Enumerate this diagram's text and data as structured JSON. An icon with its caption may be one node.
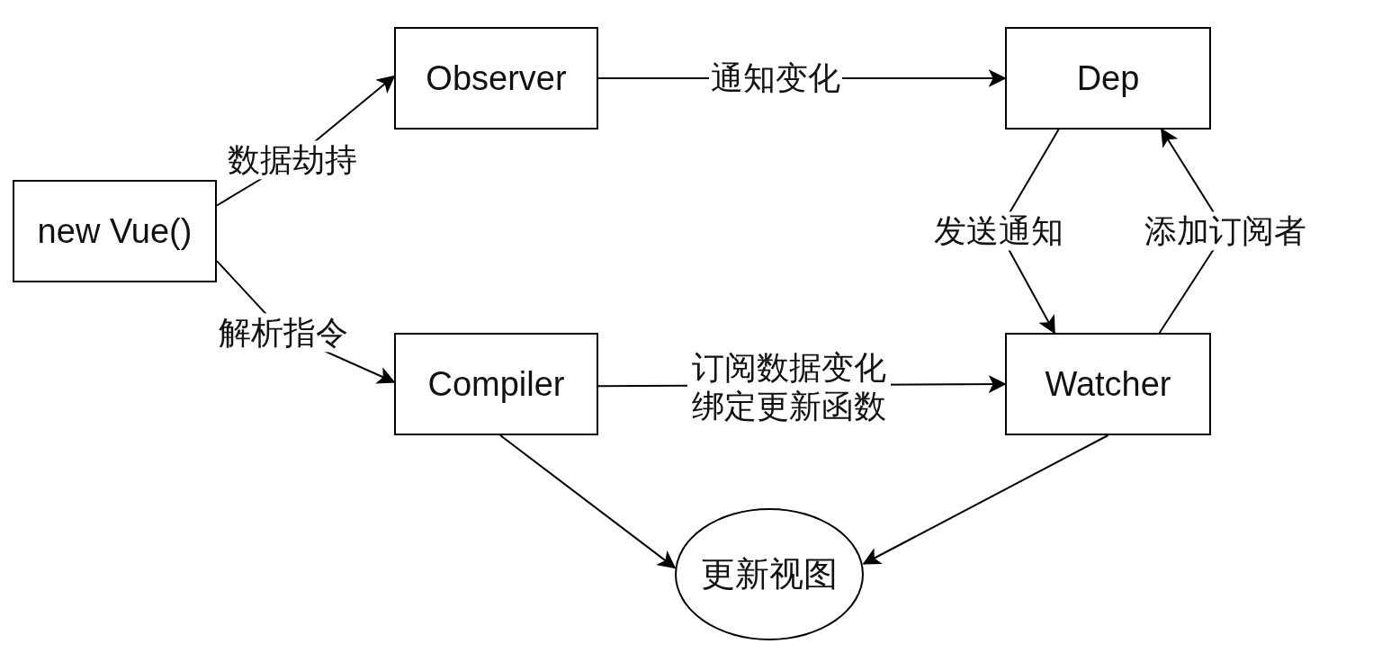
{
  "diagram": {
    "nodes": [
      {
        "text": [
          "new Vue()"
        ]
      },
      {
        "text": [
          "Observer"
        ]
      },
      {
        "text": [
          "Dep"
        ]
      },
      {
        "text": [
          "Compiler"
        ]
      },
      {
        "text": [
          "Watcher"
        ]
      },
      {
        "text": [
          "更新视图"
        ]
      }
    ],
    "edges": [
      {
        "from": 0,
        "to": 1,
        "arrow": "to",
        "label": "数据劫持"
      },
      {
        "from": 0,
        "to": 3,
        "arrow": "to",
        "label": "解析指令"
      },
      {
        "from": 1,
        "to": 2,
        "arrow": "to",
        "label": "通知变化"
      },
      {
        "from": 2,
        "to": 4,
        "arrow": "to",
        "label": "发送通知"
      },
      {
        "from": 4,
        "to": 2,
        "arrow": "to",
        "label": "添加订阅者"
      },
      {
        "from": 3,
        "to": 4,
        "arrow": "to",
        "label": "订阅数据变化绑定更新函数"
      },
      {
        "from": 3,
        "to": 5,
        "arrow": "to"
      },
      {
        "from": 4,
        "to": 5,
        "arrow": "to"
      }
    ]
  }
}
